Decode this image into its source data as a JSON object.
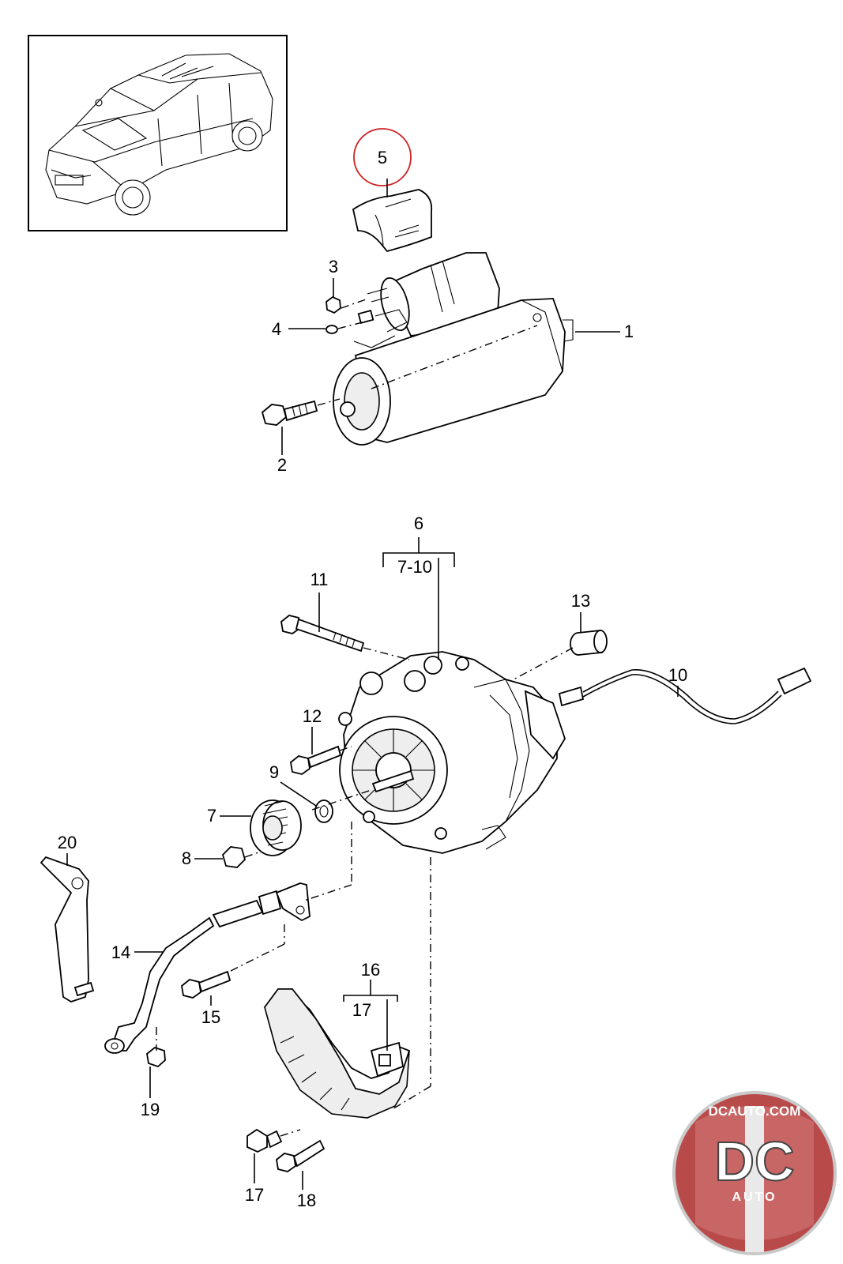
{
  "callouts": {
    "c1": "1",
    "c2": "2",
    "c3": "3",
    "c4": "4",
    "c5": "5",
    "c6": "6",
    "c6_range": "7-10",
    "c7": "7",
    "c8": "8",
    "c9": "9",
    "c10": "10",
    "c11": "11",
    "c12": "12",
    "c13": "13",
    "c14": "14",
    "c15": "15",
    "c16": "16",
    "c16_sub": "17",
    "c17": "17",
    "c18": "18",
    "c19": "19",
    "c20": "20"
  },
  "highlight_color": "#cc2222",
  "logo": {
    "top": "DCAUTO.COM",
    "big": "DC",
    "small": "AUTO"
  }
}
